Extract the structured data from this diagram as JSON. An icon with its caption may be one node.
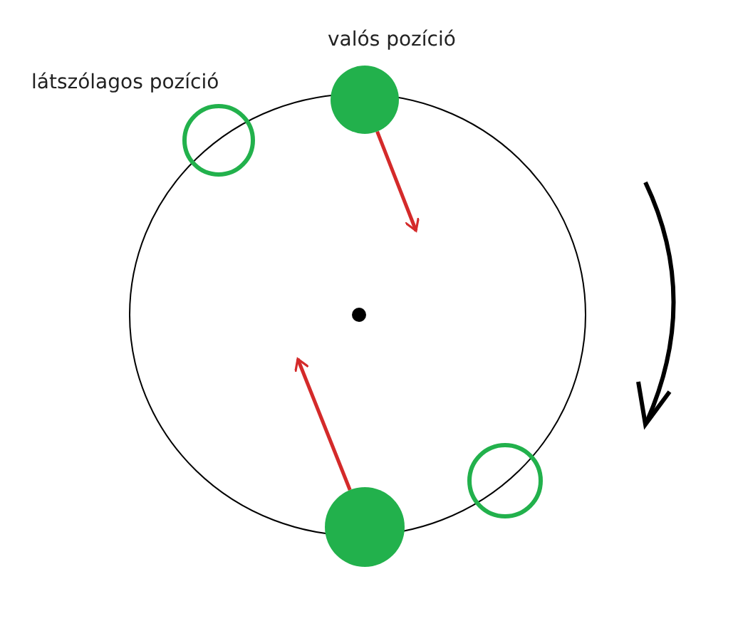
{
  "diagram": {
    "nodes": [
      {
        "text": [],
        "shape": "circle",
        "beside": [
          "valós pozíció"
        ]
      },
      {
        "text": [],
        "shape": "circle",
        "beside": [
          "látszólagos pozíció"
        ]
      },
      {
        "text": [],
        "shape": "circle"
      },
      {
        "text": [],
        "shape": "circle"
      }
    ],
    "edges": [
      {
        "from": 0,
        "to": null,
        "arrow": "to"
      },
      {
        "from": 3,
        "to": null,
        "arrow": "to"
      }
    ]
  }
}
